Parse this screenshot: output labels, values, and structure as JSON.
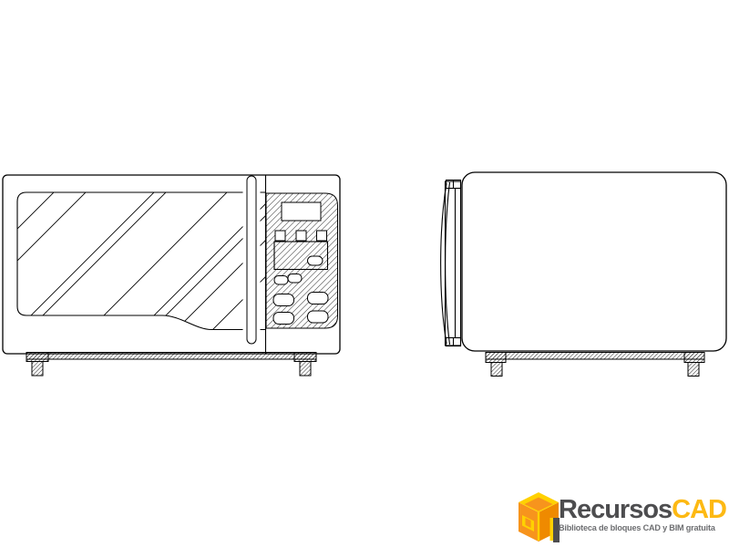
{
  "logo": {
    "icon": "recursoscad-isometric-box-icon",
    "brand_primary": "Recursos",
    "brand_accent": "CAD",
    "tagline": "Biblioteca de bloques CAD y BIM gratuita"
  },
  "colors": {
    "canvas-bg": "#ffffff",
    "drawing-line": "#000000",
    "logo-text-gray": "#4d4d4f",
    "logo-accent-yellow": "#fdb913",
    "logo-tagline-gray": "#6d6e71",
    "logo-icon-yellow": "#ffd100",
    "logo-icon-orange": "#f7941d",
    "logo-icon-deep-orange": "#ef8a00",
    "logo-icon-dark": "#4d4d4f"
  }
}
